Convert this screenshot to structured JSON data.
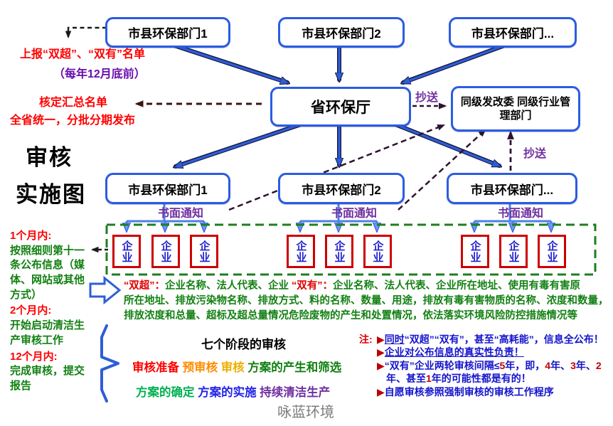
{
  "colors": {
    "accent_blue": "#2b5ce2",
    "arrow_blue": "#2e5ed6",
    "light_blue": "#4d7fe8",
    "red": "#ff0000",
    "green": "#128012",
    "purple": "#7030a0",
    "note_blue": "#1414cc",
    "maroon_dash": "#5a1414",
    "enterprise_border": "#cc0000",
    "green_dash": "#1e7e1e"
  },
  "boxes": {
    "top1": "市县环保部门1",
    "top2": "市县环保部门2",
    "top3": "市县环保部门...",
    "province": "省环保厅",
    "peer": "同级发改委 同级行业管理部门",
    "mid1": "市县环保部门1",
    "mid2": "市县环保部门2",
    "mid3": "市县环保部门..."
  },
  "labels": {
    "copy_send1": "抄送",
    "copy_send2": "抄送",
    "written_notice1": "书面通知",
    "written_notice2": "书面通知",
    "written_notice3": "书面通知"
  },
  "annotations": {
    "report_list": "上报“双超”、“双有”名单",
    "schedule": "（每年12月底前）",
    "verify_list": "核定汇总名单",
    "publish": "全省统一，分批分期发布",
    "title_line1": "审核",
    "title_line2": "实施图"
  },
  "enterprises": {
    "label": "企业"
  },
  "timeline": [
    {
      "label": "1个月内:",
      "desc": "按照细则第十一条公布信息（媒体、网站或其他方式）"
    },
    {
      "label": "2个月内:",
      "desc": "开始启动清洁生产审核工作"
    },
    {
      "label": "12个月内:",
      "desc": "完成审核，提交报告"
    }
  ],
  "para": {
    "line1": [
      {
        "t": "“双超”：",
        "c": "#e00000"
      },
      {
        "t": "企业名称、法人代表、企业 ",
        "c": "#128012"
      },
      {
        "t": "“双有”：",
        "c": "#e00000"
      },
      {
        "t": "企业名称、法人代表、企业所在地址、使用有毒有害原",
        "c": "#128012"
      }
    ],
    "line2": [
      {
        "t": "所在地址、排放污染物名称、排放方式、料的名称、数量、用途，排放有毒有害物质的名称、浓度和数量，",
        "c": "#128012"
      }
    ],
    "line3": [
      {
        "t": "排放浓度和总量、超标及超总量情况危险废物的产生和处置情况，依法落实环境风险防控措施情况等",
        "c": "#128012"
      }
    ]
  },
  "stages": {
    "title": "七个阶段的审核",
    "row1": [
      {
        "t": "审核准备",
        "c": "#ff0000"
      },
      {
        "t": " "
      },
      {
        "t": "预审核",
        "c": "#ff8c00"
      },
      {
        "t": " "
      },
      {
        "t": "审核",
        "c": "#efaf00"
      },
      {
        "t": " "
      },
      {
        "t": "方案的产生和筛选",
        "c": "#128012"
      }
    ],
    "row2": [
      {
        "t": "方案的确定",
        "c": "#00b050"
      },
      {
        "t": " "
      },
      {
        "t": "方案的实施",
        "c": "#2424e8"
      },
      {
        "t": " "
      },
      {
        "t": "持续清洁生产",
        "c": "#7030a0"
      }
    ]
  },
  "watermark": "咏蓝环境",
  "notes": {
    "label": "注:",
    "line1": [
      {
        "t": "▶",
        "c": "#c00000"
      },
      {
        "t": "同时",
        "c": "#1414cc",
        "u": true
      },
      {
        "t": "“双超”“双有”，甚至“高耗能”，信息全公布！",
        "c": "#1414cc"
      }
    ],
    "line2": [
      {
        "t": "▶",
        "c": "#c00000"
      },
      {
        "t": "企业对公布信息的真实性负责！",
        "c": "#1414cc",
        "u": true
      }
    ],
    "line3": [
      {
        "t": "▶",
        "c": "#c00000"
      },
      {
        "t": "“双有”企业两轮审核间隔≤",
        "c": "#1414cc"
      },
      {
        "t": "5",
        "c": "#c00000"
      },
      {
        "t": "年，即，",
        "c": "#1414cc"
      },
      {
        "t": "4",
        "c": "#c00000"
      },
      {
        "t": "年、",
        "c": "#1414cc"
      },
      {
        "t": "3",
        "c": "#c00000"
      },
      {
        "t": "年、",
        "c": "#1414cc"
      },
      {
        "t": "2",
        "c": "#c00000"
      },
      {
        "t": "年、甚至",
        "c": "#1414cc"
      },
      {
        "t": "1",
        "c": "#c00000"
      },
      {
        "t": "年的可能性都是有的！",
        "c": "#1414cc"
      }
    ],
    "line4": [
      {
        "t": "▶",
        "c": "#c00000"
      },
      {
        "t": "自愿审核参照强制审核的审核工作程序",
        "c": "#1414cc"
      }
    ]
  }
}
